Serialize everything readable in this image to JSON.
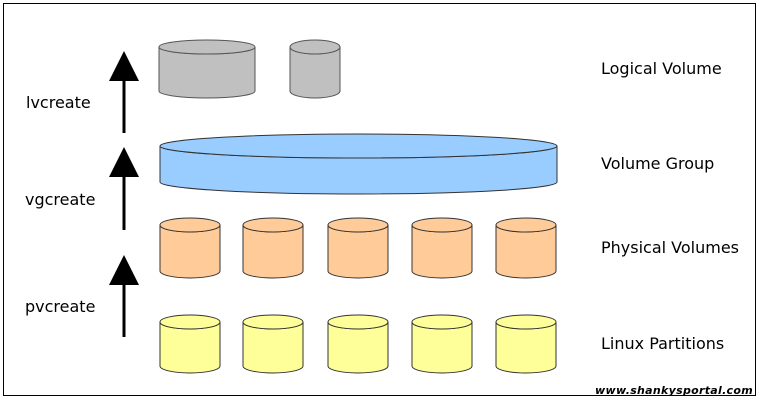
{
  "layers": [
    {
      "id": "lv",
      "label": "Logical Volume",
      "fill": "#c0c0c0",
      "stroke": "#555555",
      "count": 2
    },
    {
      "id": "vg",
      "label": "Volume Group",
      "fill": "#99ccff",
      "stroke": "#333333",
      "count": 1
    },
    {
      "id": "pv",
      "label": "Physical Volumes",
      "fill": "#ffcc99",
      "stroke": "#333333",
      "count": 5
    },
    {
      "id": "part",
      "label": "Linux Partitions",
      "fill": "#ffff99",
      "stroke": "#333333",
      "count": 5
    }
  ],
  "commands": [
    {
      "id": "lvcreate",
      "label": "lvcreate"
    },
    {
      "id": "vgcreate",
      "label": "vgcreate"
    },
    {
      "id": "pvcreate",
      "label": "pvcreate"
    }
  ],
  "watermark": "www.shankysportal.com"
}
